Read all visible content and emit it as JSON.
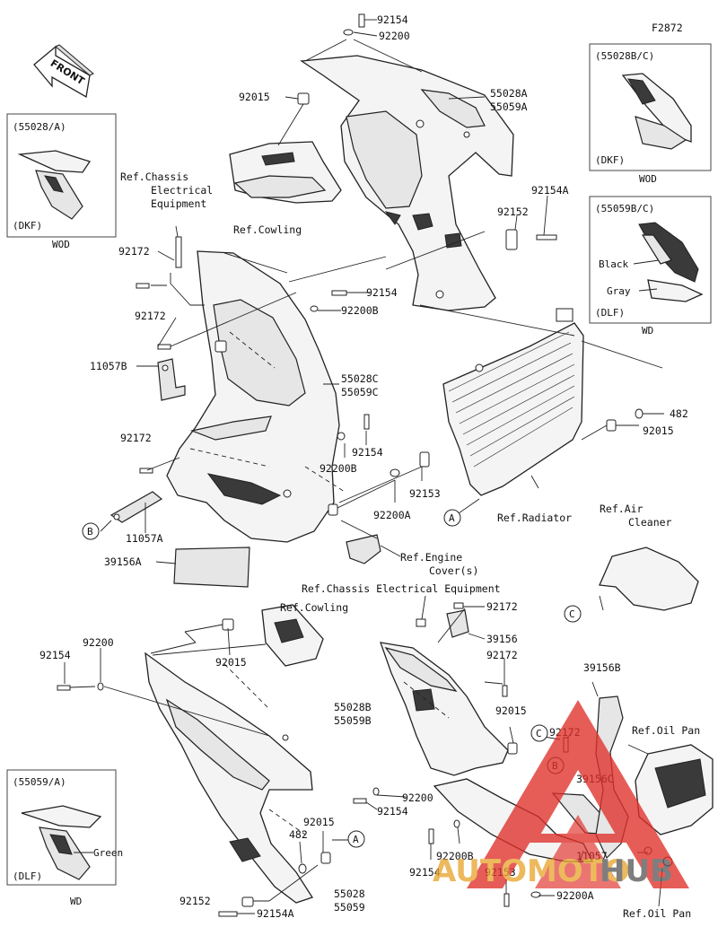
{
  "figure_id": "F2872",
  "front_label": "FRONT",
  "colors": {
    "line": "#222222",
    "watermark_red": "#e0302a",
    "watermark_gold": "#e8a630",
    "watermark_gray": "#5a5a5a"
  },
  "inset_boxes": [
    {
      "header": "(55028/A)",
      "sub": "(DKF)",
      "caption": "WOD",
      "notes": []
    },
    {
      "header": "(55028B/C)",
      "sub": "(DKF)",
      "caption": "WOD",
      "notes": []
    },
    {
      "header": "(55059B/C)",
      "sub": "(DLF)",
      "caption": "WD",
      "notes": [
        "Black",
        "Gray"
      ]
    },
    {
      "header": "(55059/A)",
      "sub": "(DLF)",
      "caption": "WD",
      "notes": [
        "Green"
      ]
    }
  ],
  "labels": [
    "92154",
    "92200",
    "92015",
    "55028A",
    "55059A",
    "Ref.Chassis",
    "Electrical",
    "Equipment",
    "Ref.Cowling",
    "92154A",
    "92152",
    "92172",
    "92154",
    "92200B",
    "92172",
    "11057B",
    "55028C",
    "55059C",
    "482",
    "92015",
    "92172",
    "92154",
    "92200B",
    "92153",
    "92200A",
    "Ref.Radiator",
    "Ref.Air",
    "Cleaner",
    "11057A",
    "39156A",
    "Ref.Engine",
    "Cover(s)",
    "Ref.Chassis Electrical Equipment",
    "92172",
    "Ref.Cowling",
    "39156",
    "92154",
    "92200",
    "92015",
    "92172",
    "55028B",
    "55059B",
    "39156B",
    "92015",
    "92172",
    "Ref.Oil Pan",
    "39156C",
    "92200",
    "92154",
    "92015",
    "482",
    "92200B",
    "11057",
    "92154",
    "92153",
    "92200A",
    "92152",
    "55028",
    "55059",
    "92154A",
    "Ref.Oil Pan"
  ],
  "callouts": [
    "A",
    "B",
    "C",
    "A",
    "B",
    "C"
  ],
  "watermark": {
    "part1": "AUTOMOTO",
    "part2": "HUB"
  }
}
